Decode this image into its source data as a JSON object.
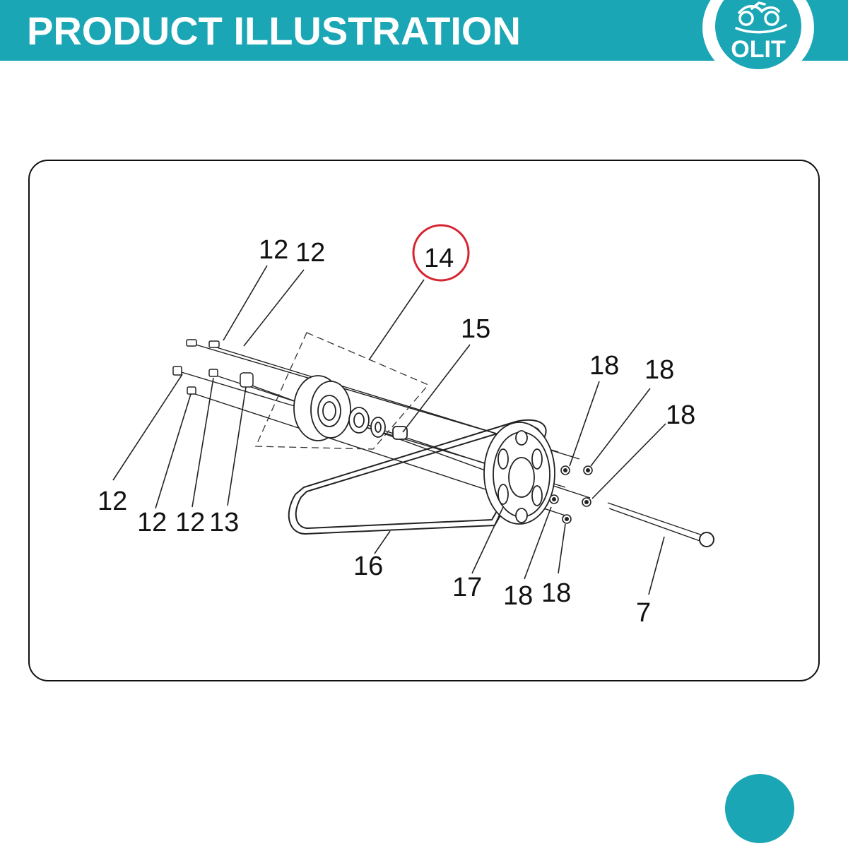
{
  "header": {
    "title": "PRODUCT ILLUSTRATION"
  },
  "logo": {
    "text": "OLIT",
    "icon": "motorcycle-icon",
    "color": "#1aa6b5"
  },
  "colors": {
    "accent": "#1aa6b5",
    "highlight": "#d6232f",
    "line": "#111111"
  },
  "diagram": {
    "callouts": [
      {
        "id": "c-12-a",
        "label": "12"
      },
      {
        "id": "c-12-b",
        "label": "12"
      },
      {
        "id": "c-14",
        "label": "14",
        "highlighted": true
      },
      {
        "id": "c-15",
        "label": "15"
      },
      {
        "id": "c-18-a",
        "label": "18"
      },
      {
        "id": "c-18-b",
        "label": "18"
      },
      {
        "id": "c-18-c",
        "label": "18"
      },
      {
        "id": "c-12-c",
        "label": "12"
      },
      {
        "id": "c-12-d",
        "label": "12"
      },
      {
        "id": "c-12-e",
        "label": "12"
      },
      {
        "id": "c-13",
        "label": "13"
      },
      {
        "id": "c-16",
        "label": "16"
      },
      {
        "id": "c-17",
        "label": "17"
      },
      {
        "id": "c-18-d",
        "label": "18"
      },
      {
        "id": "c-18-e",
        "label": "18"
      },
      {
        "id": "c-7",
        "label": "7"
      }
    ]
  }
}
